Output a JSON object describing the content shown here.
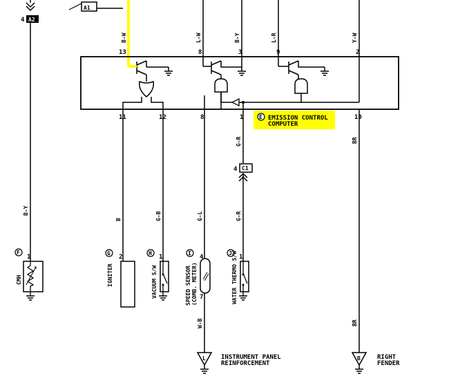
{
  "ecu": {
    "title_line1": "EMISSION CONTROL",
    "title_line2": "COMPUTER",
    "circle_id": "E",
    "highlight_color": "#ffff00",
    "top_pins": [
      "13",
      "8",
      "3",
      "9",
      "2"
    ],
    "bottom_pins": [
      "11",
      "12",
      "8",
      "1",
      "10"
    ]
  },
  "wires": {
    "top_13": "B-W",
    "top_8": "L-W",
    "top_3": "B-Y",
    "top_9": "L-R",
    "top_2": "Y-W",
    "left_a2": "B-Y",
    "igniter": "B",
    "vacuum": "G-B",
    "speed_top": "G-L",
    "speed_bottom": "W-B",
    "thermo_upper": "G-R",
    "thermo_lower": "G-R",
    "right": "BR"
  },
  "connectors": {
    "a2_pin": "4",
    "a2_label": "A2",
    "a1_label": "A1",
    "c1_pin": "4",
    "c1_label": "C1"
  },
  "components": {
    "cmh": {
      "id": "F",
      "name": "CMH",
      "pin": "1"
    },
    "igniter": {
      "id": "G",
      "name": "IGNITER",
      "pin": "2"
    },
    "vacuum": {
      "id": "H",
      "name": "VACUUM S/W",
      "pin": "1"
    },
    "speed": {
      "id": "I",
      "name_line1": "SPEED SENSOR",
      "name_line2": "(COMB. METER)",
      "pin_top": "4",
      "pin_bottom": "7"
    },
    "thermo": {
      "id": "J",
      "name": "WATER THERMO S/W",
      "pin": "1"
    }
  },
  "grounds": {
    "panel": {
      "id": "L",
      "line1": "INSTRUMENT PANEL",
      "line2": "REINFORCEMENT"
    },
    "fender": {
      "id": "B",
      "line1": "RIGHT",
      "line2": "FENDER"
    }
  },
  "highlight": {
    "wire_color": "#ffff00"
  }
}
